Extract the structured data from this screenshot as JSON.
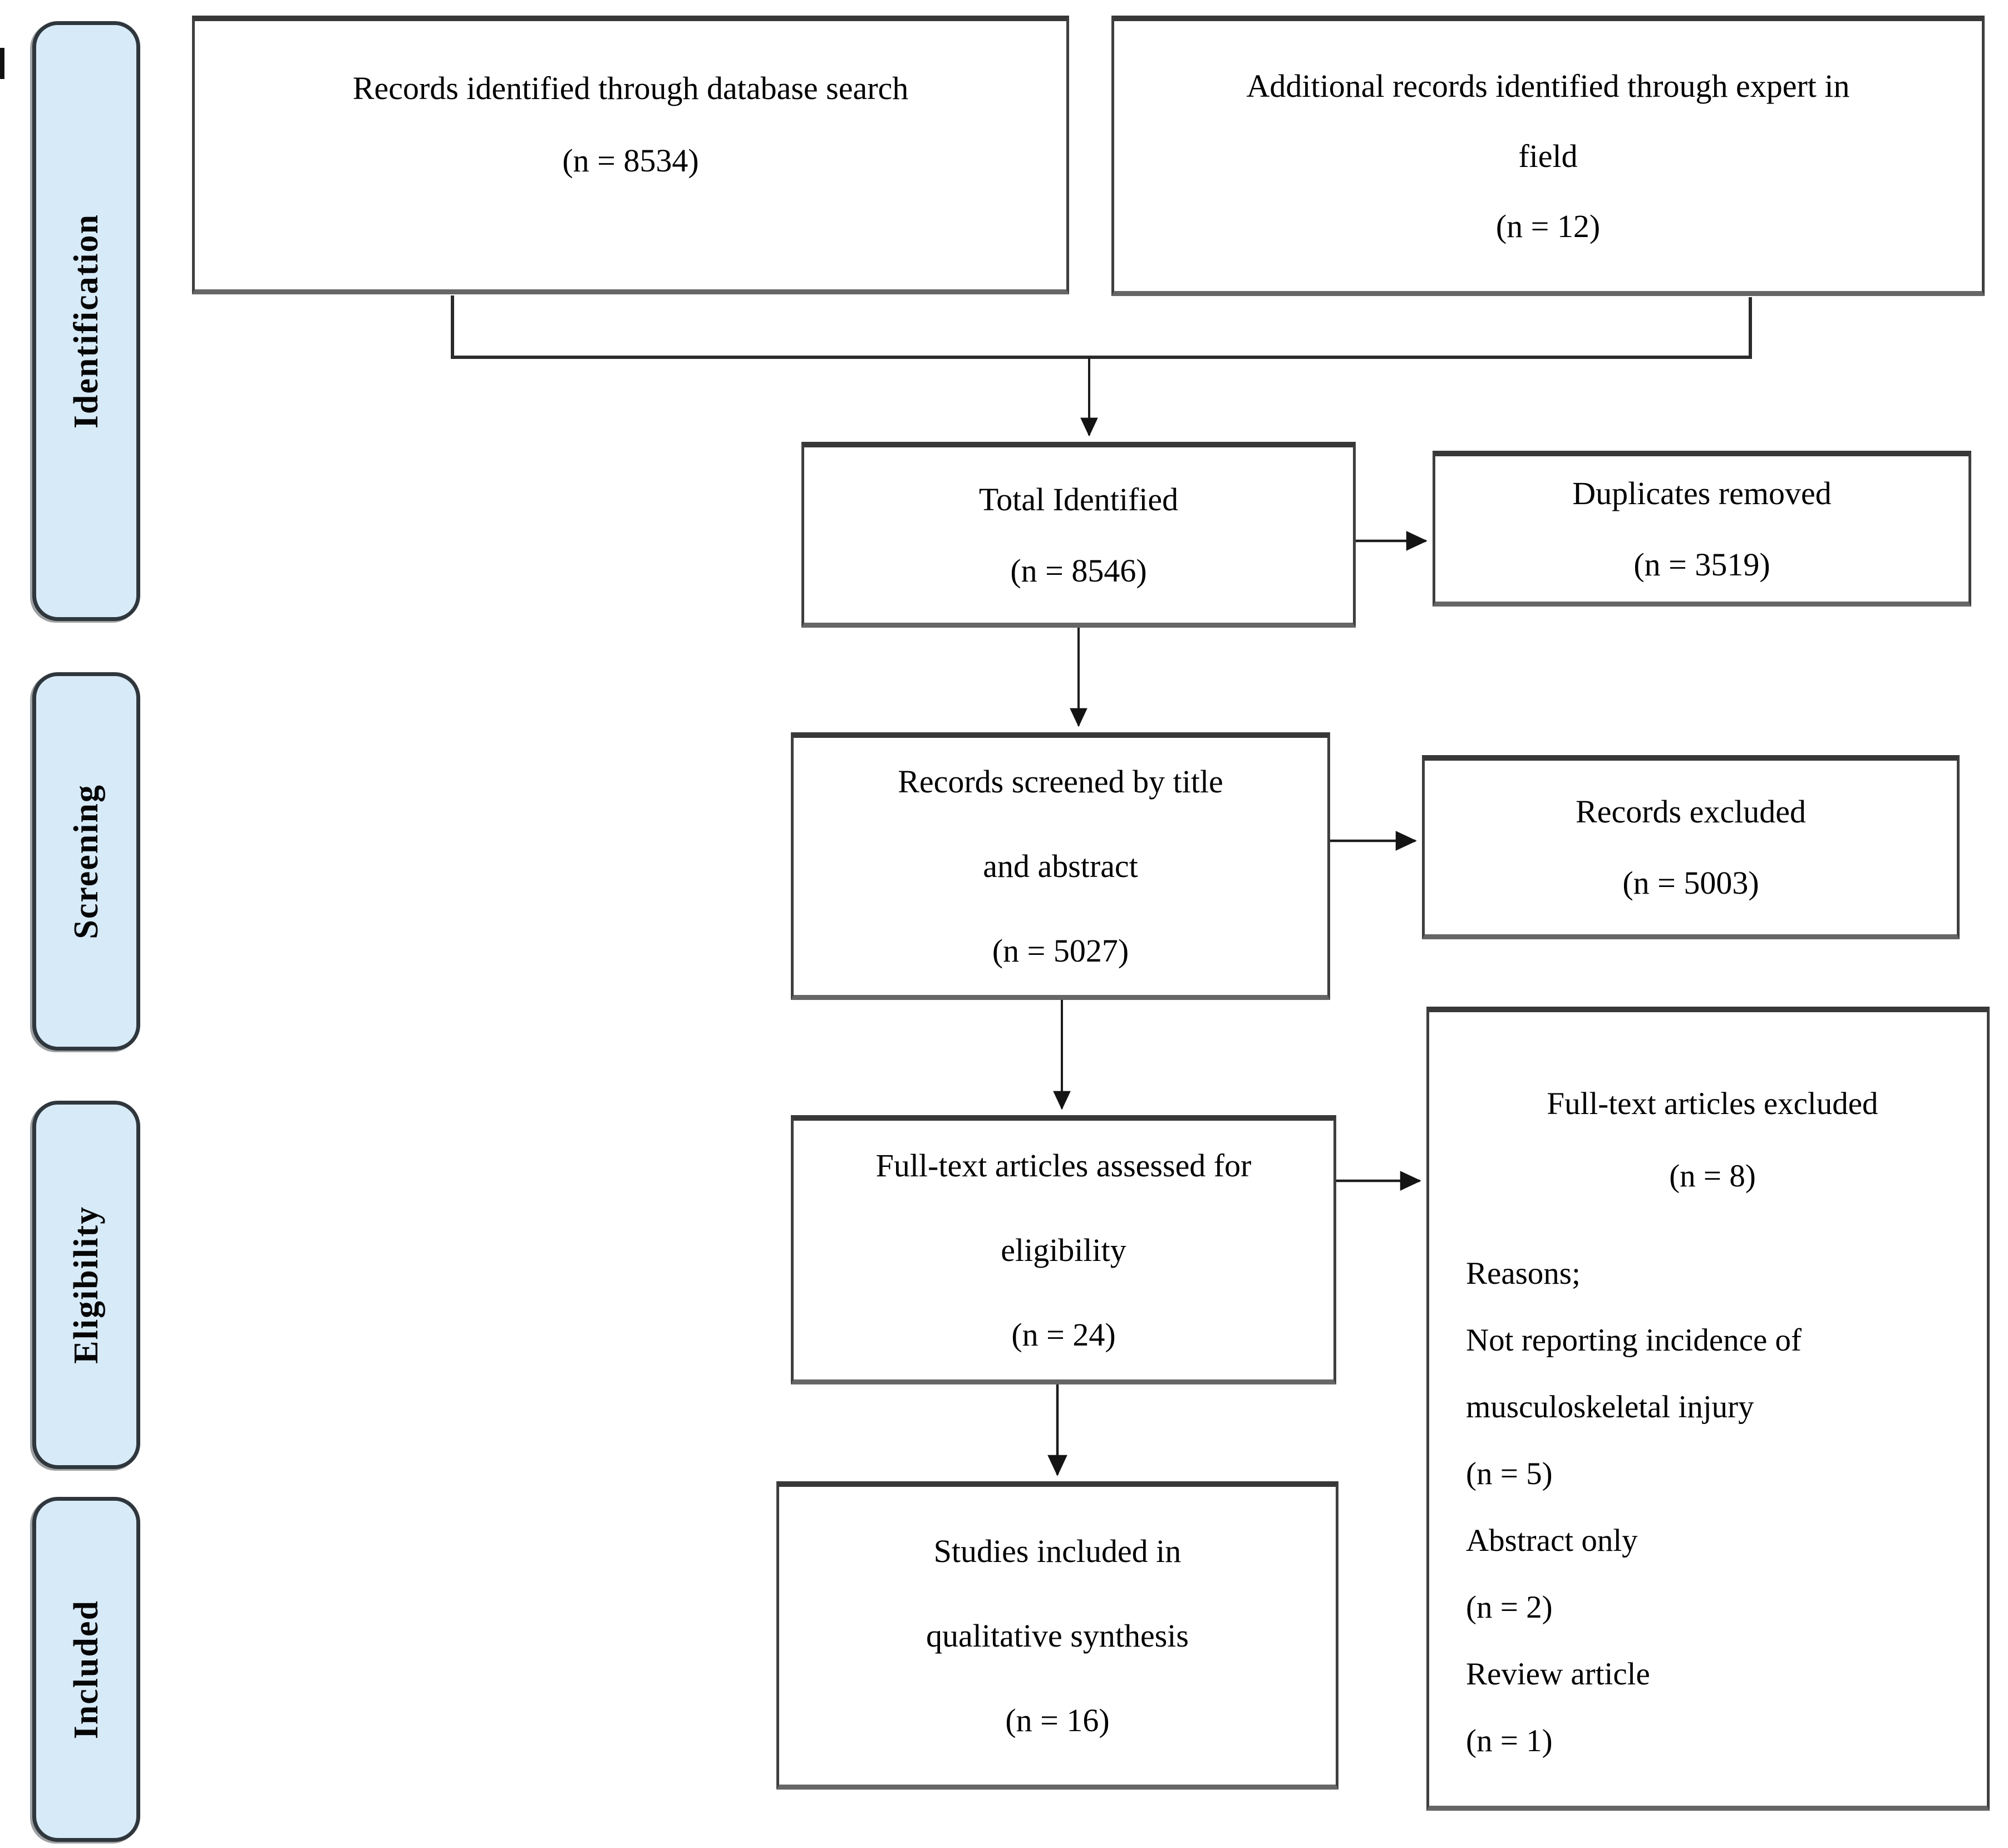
{
  "diagram": {
    "type": "PRISMA flow diagram",
    "stages": [
      {
        "label": "Identification"
      },
      {
        "label": "Screening"
      },
      {
        "label": "Eligibility"
      },
      {
        "label": "Included"
      }
    ],
    "boxes": {
      "db_search": {
        "lines": [
          "Records identified through database search",
          "(n = 8534)"
        ]
      },
      "expert_field": {
        "lines": [
          "Additional records identified through expert in",
          "field",
          "(n = 12)"
        ]
      },
      "total_identified": {
        "lines": [
          "Total Identified",
          "(n = 8546)"
        ]
      },
      "duplicates_removed": {
        "lines": [
          "Duplicates removed",
          "(n = 3519)"
        ]
      },
      "records_screened": {
        "lines": [
          "Records screened by title",
          "and abstract",
          "(n = 5027)"
        ]
      },
      "records_excluded": {
        "lines": [
          "Records excluded",
          "(n = 5003)"
        ]
      },
      "fulltext_assessed": {
        "lines": [
          "Full-text articles assessed for",
          "eligibility",
          "(n = 24)"
        ]
      },
      "fulltext_excluded": {
        "title_lines": [
          "Full-text articles excluded",
          "(n = 8)"
        ],
        "reason_lines": [
          "Reasons;",
          "Not reporting incidence of",
          "musculoskeletal injury",
          "(n = 5)",
          "Abstract only",
          "(n = 2)",
          "Review article",
          "(n = 1)"
        ]
      },
      "studies_included": {
        "lines": [
          "Studies included in",
          "qualitative synthesis",
          "(n = 16)"
        ]
      }
    },
    "colors": {
      "stage_fill": "#d7eaf8",
      "stage_border": "#2f373d",
      "box_border": "#3f3f3f",
      "arrow": "#1c1c1c",
      "background": "#ffffff",
      "text": "#000000"
    }
  }
}
